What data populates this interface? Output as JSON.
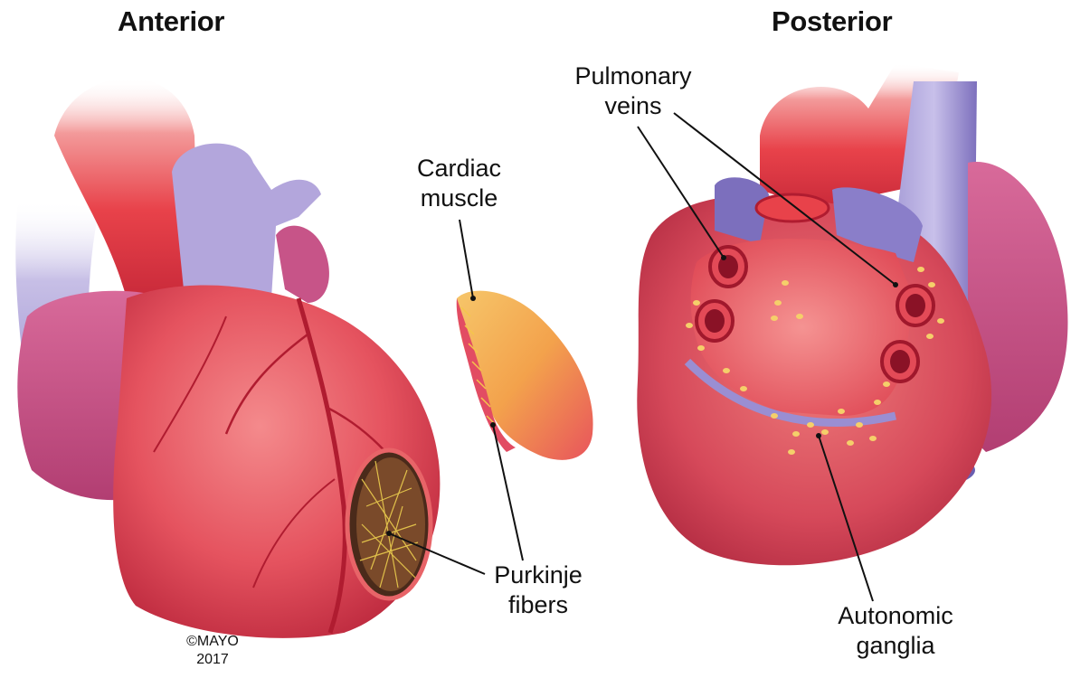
{
  "titles": {
    "anterior": "Anterior",
    "posterior": "Posterior"
  },
  "labels": {
    "pulmonary_veins": [
      "Pulmonary",
      "veins"
    ],
    "cardiac_muscle": [
      "Cardiac",
      "muscle"
    ],
    "purkinje_fibers": [
      "Purkinje",
      "fibers"
    ],
    "autonomic_ganglia": [
      "Autonomic",
      "ganglia"
    ]
  },
  "copyright": [
    "©MAYO",
    "2017"
  ],
  "colors": {
    "myocardium": "#e5535f",
    "myocardium_dark": "#b8243a",
    "atrium_pink": "#cc4e7e",
    "aorta_red": "#e8424a",
    "vein_purple": "#8f83c9",
    "fat_yellow": "#f5cf6a",
    "muscle_orange": "#f3a24c"
  }
}
